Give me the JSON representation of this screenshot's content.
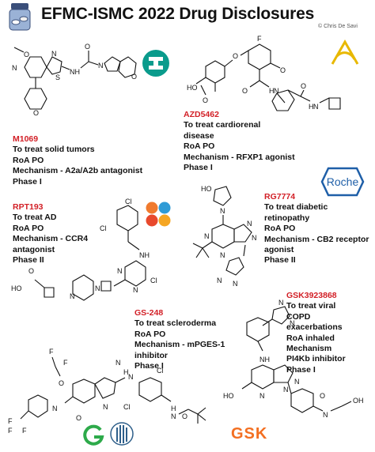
{
  "header": {
    "title": "EFMC-ISMC 2022 Drug Disclosures",
    "credit": "© Chris De Savi"
  },
  "logos": {
    "roche": "Roche",
    "gsk": "GSK"
  },
  "colors": {
    "code_red": "#d21f26",
    "merck_teal": "#0a9b8c",
    "roche_blue": "#1f5fa8",
    "gsk_orange": "#f36f21",
    "az_gold": "#e8b800"
  },
  "compounds": [
    {
      "code": "M1069",
      "lines": [
        "To treat solid tumors",
        "RoA PO",
        "Mechanism - A2a/A2b antagonist",
        "Phase I"
      ]
    },
    {
      "code": "AZD5462",
      "lines": [
        "To treat cardiorenal",
        "disease",
        "RoA PO",
        "Mechanism - RFXP1 agonist",
        "Phase I"
      ]
    },
    {
      "code": "RPT193",
      "lines": [
        "To treat AD",
        "RoA PO",
        "Mechanism - CCR4",
        "antagonist",
        "Phase II"
      ]
    },
    {
      "code": "RG7774",
      "lines": [
        "To treat diabetic",
        "retinopathy",
        "RoA PO",
        "Mechanism - CB2 receptor",
        "agonist",
        "Phase II"
      ]
    },
    {
      "code": "GS-248",
      "lines": [
        "To treat scleroderma",
        "RoA PO",
        "Mechanism - mPGES-1",
        "inhibitor",
        "Phase I"
      ]
    },
    {
      "code": "GSK3923868",
      "lines": [
        "To treat viral",
        "COPD",
        "exacerbations",
        "RoA inhaled",
        "Mechanism",
        "PI4Kb inhibitor",
        "Phase I"
      ]
    }
  ],
  "atoms": {
    "o": "O",
    "n": "N",
    "nh": "NH",
    "h": "H",
    "f": "F",
    "s": "S",
    "cl": "Cl",
    "ho": "HO",
    "oh": "OH",
    "hn": "HN"
  }
}
